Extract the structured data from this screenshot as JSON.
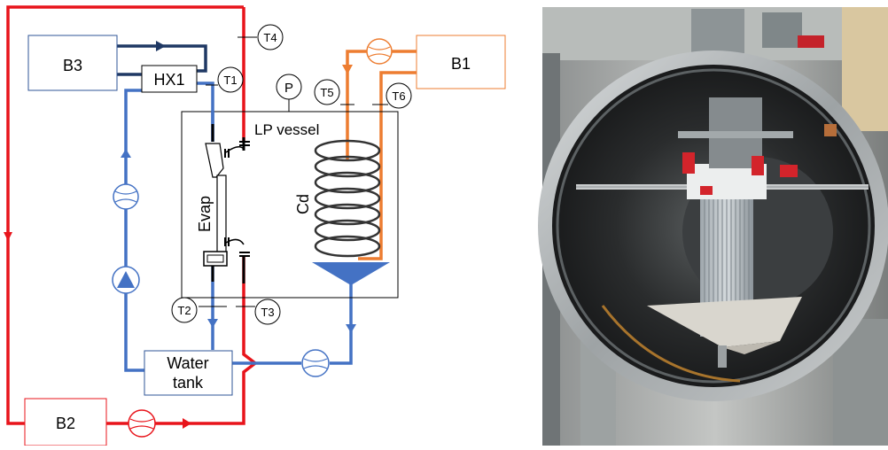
{
  "diagram": {
    "boxes": {
      "b3": "B3",
      "hx1": "HX1",
      "b1": "B1",
      "b2": "B2",
      "water_tank_line1": "Water",
      "water_tank_line2": "tank"
    },
    "labels": {
      "lp_vessel": "LP vessel",
      "evap": "Evap",
      "cd": "Cd"
    },
    "sensors": {
      "t1": "T1",
      "t2": "T2",
      "t3": "T3",
      "t4": "T4",
      "t5": "T5",
      "t6": "T6",
      "p": "P"
    },
    "colors": {
      "hot_line": "#e8141b",
      "cold_line": "#4472c4",
      "dark_blue": "#1f3864",
      "orange_line": "#ed7d31",
      "funnel": "#4472c4"
    }
  },
  "photo": {
    "description_icon": "test-rig-photo"
  }
}
